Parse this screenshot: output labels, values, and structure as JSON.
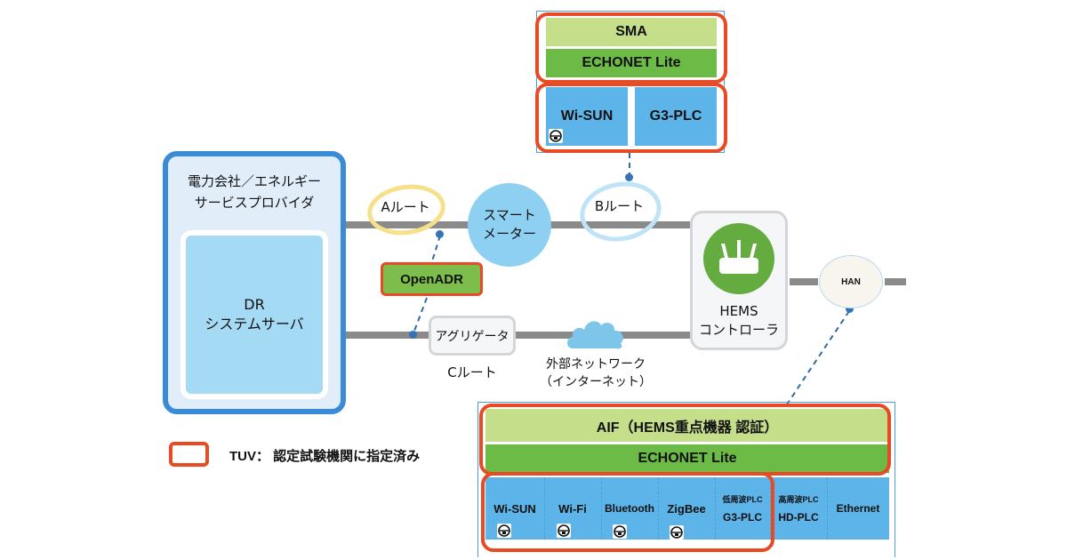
{
  "provider": {
    "title_line1": "電力会社／エネルギー",
    "title_line2": "サービスプロバイダ",
    "server_line1": "DR",
    "server_line2": "システムサーバ"
  },
  "routes": {
    "a": "Aルート",
    "b": "Bルート",
    "c": "Cルート"
  },
  "smart_meter": {
    "line1": "スマート",
    "line2": "メーター"
  },
  "openadr": "OpenADR",
  "aggregator": "アグリゲータ",
  "external_network": {
    "line1": "外部ネットワーク",
    "line2": "（インターネット）"
  },
  "hems": {
    "line1": "HEMS",
    "line2": "コントローラ"
  },
  "han": "HAN",
  "meter_stack": {
    "top": "SMA",
    "middle": "ECHONET Lite",
    "bottom": [
      "Wi-SUN",
      "G3-PLC"
    ]
  },
  "hems_stack": {
    "top": "AIF（HEMS重点機器 認証）",
    "middle": "ECHONET Lite",
    "protocols": [
      {
        "sub": "",
        "label": "Wi-SUN",
        "cert": true
      },
      {
        "sub": "",
        "label": "Wi-Fi",
        "cert": true
      },
      {
        "sub": "",
        "label": "Bluetooth",
        "cert": true
      },
      {
        "sub": "",
        "label": "ZigBee",
        "cert": true
      },
      {
        "sub": "低周波PLC",
        "label": "G3-PLC",
        "cert": false
      },
      {
        "sub": "高周波PLC",
        "label": "HD-PLC",
        "cert": false
      },
      {
        "sub": "",
        "label": "Ethernet",
        "cert": false
      }
    ]
  },
  "legend": {
    "text": "TUV： 認定試験機関に指定済み"
  },
  "colors": {
    "tuv_red": "#e84a23",
    "provider_blue": "#3a8bd6",
    "light_green": "#c5de8a",
    "green": "#6cbb47",
    "protocol_blue": "#5db4e8",
    "meter_blue": "#8ed0f2",
    "route_a_yellow": "#f7e08a",
    "route_b_blue": "#bfe3f7",
    "line_gray": "#8a8a8a"
  }
}
